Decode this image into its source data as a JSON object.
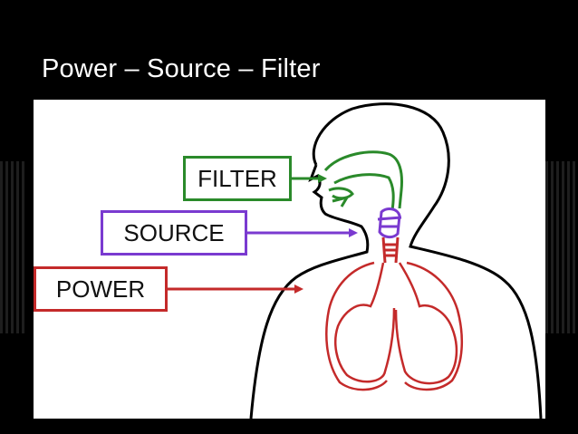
{
  "slide": {
    "title": "Power – Source – Filter"
  },
  "diagram": {
    "labels": {
      "filter": "FILTER",
      "source": "SOURCE",
      "power": "POWER"
    },
    "colors": {
      "filter": "#2a8a2a",
      "source": "#7a3ad0",
      "power": "#c42a2a",
      "outline": "#000000",
      "background": "#ffffff"
    }
  }
}
